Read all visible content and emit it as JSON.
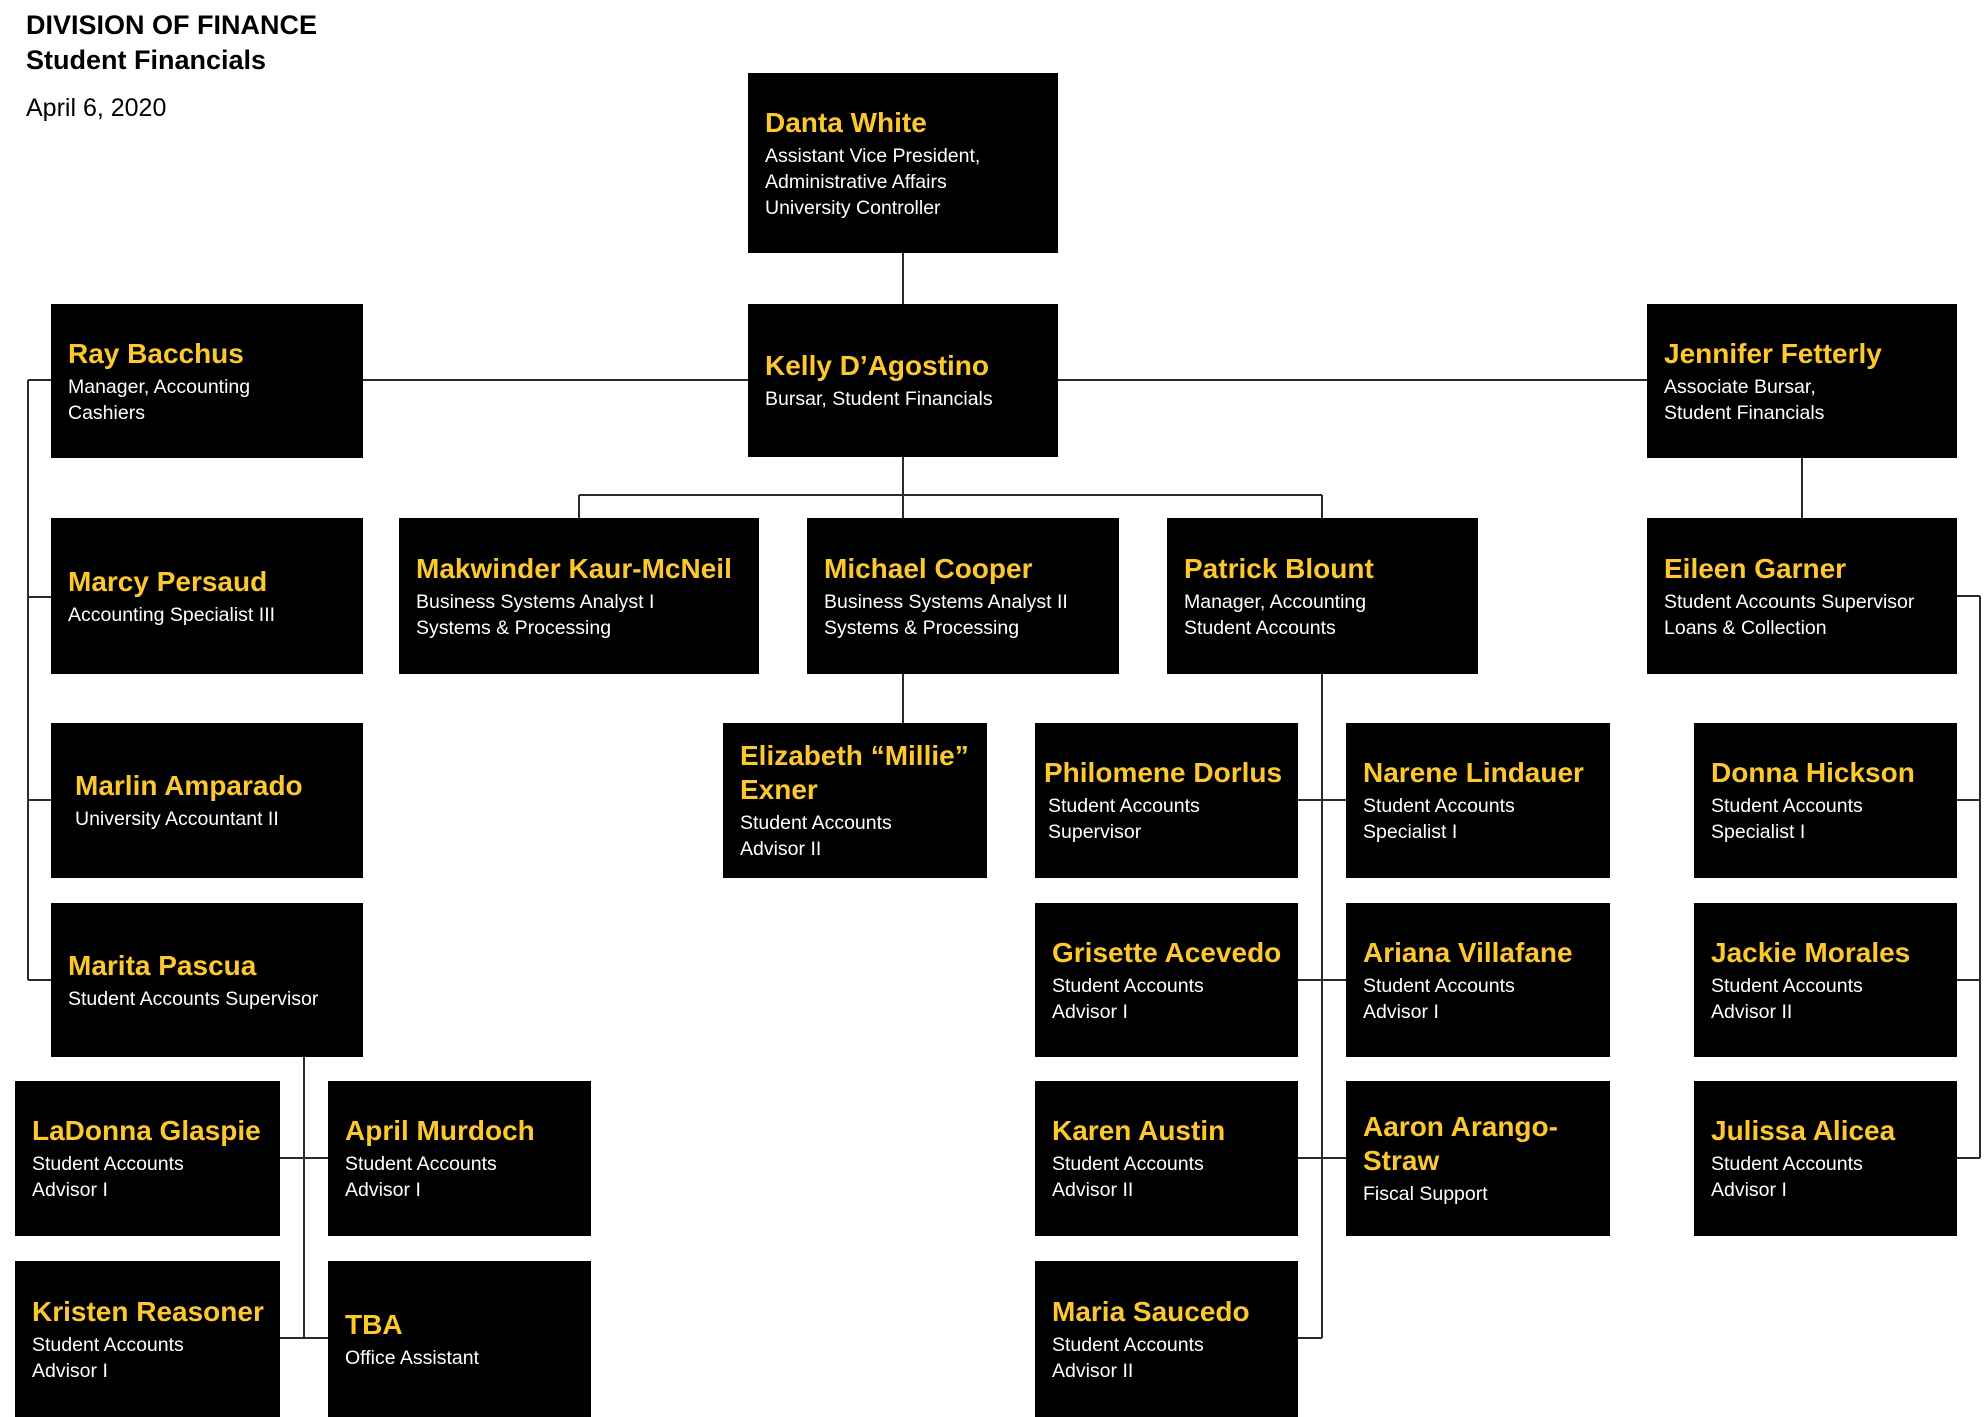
{
  "header": {
    "line1": "DIVISION OF FINANCE",
    "line2": "Student Financials",
    "date": "April 6, 2020"
  },
  "people": {
    "danta_white": {
      "name": "Danta White",
      "title": "Assistant Vice President,\nAdministrative Affairs\nUniversity Controller"
    },
    "kelly_dagostino": {
      "name": "Kelly D’Agostino",
      "title": "Bursar, Student Financials"
    },
    "ray_bacchus": {
      "name": "Ray Bacchus",
      "title": "Manager, Accounting\nCashiers"
    },
    "jennifer_fetterly": {
      "name": "Jennifer Fetterly",
      "title": "Associate Bursar,\nStudent Financials"
    },
    "marcy_persaud": {
      "name": "Marcy Persaud",
      "title": "Accounting Specialist III"
    },
    "makwinder_kaur_mcneil": {
      "name": "Makwinder Kaur-McNeil",
      "title": "Business Systems Analyst I\nSystems & Processing"
    },
    "michael_cooper": {
      "name": "Michael Cooper",
      "title": "Business Systems Analyst II\nSystems & Processing"
    },
    "patrick_blount": {
      "name": "Patrick Blount",
      "title": "Manager, Accounting\nStudent Accounts"
    },
    "eileen_garner": {
      "name": "Eileen Garner",
      "title": "Student Accounts Supervisor\nLoans & Collection"
    },
    "marlin_amparado": {
      "name": "Marlin Amparado",
      "title": "University Accountant II"
    },
    "elizabeth_exner": {
      "name": "Elizabeth “Millie”\nExner",
      "title": "Student Accounts\nAdvisor II"
    },
    "philomene_dorlus": {
      "name": "Philomene Dorlus",
      "title": "Student Accounts\nSupervisor"
    },
    "narene_lindauer": {
      "name": "Narene Lindauer",
      "title": "Student Accounts\nSpecialist I"
    },
    "donna_hickson": {
      "name": "Donna Hickson",
      "title": "Student Accounts\nSpecialist I"
    },
    "marita_pascua": {
      "name": "Marita Pascua",
      "title": "Student Accounts Supervisor"
    },
    "grisette_acevedo": {
      "name": "Grisette Acevedo",
      "title": "Student Accounts\nAdvisor I"
    },
    "ariana_villafane": {
      "name": "Ariana Villafane",
      "title": "Student Accounts\nAdvisor I"
    },
    "jackie_morales": {
      "name": "Jackie Morales",
      "title": "Student Accounts\nAdvisor II"
    },
    "ladonna_glaspie": {
      "name": "LaDonna Glaspie",
      "title": "Student Accounts\nAdvisor I"
    },
    "april_murdoch": {
      "name": "April Murdoch",
      "title": "Student Accounts\nAdvisor I"
    },
    "karen_austin": {
      "name": "Karen Austin",
      "title": "Student Accounts\nAdvisor II"
    },
    "aaron_arango_straw": {
      "name": "Aaron Arango-\nStraw",
      "title": "Fiscal Support"
    },
    "julissa_alicea": {
      "name": "Julissa Alicea",
      "title": "Student Accounts\nAdvisor I"
    },
    "kristen_reasoner": {
      "name": "Kristen Reasoner",
      "title": "Student Accounts\nAdvisor I"
    },
    "tba": {
      "name": "TBA",
      "title": "Office Assistant"
    },
    "maria_saucedo": {
      "name": "Maria Saucedo",
      "title": "Student Accounts\nAdvisor II"
    }
  }
}
